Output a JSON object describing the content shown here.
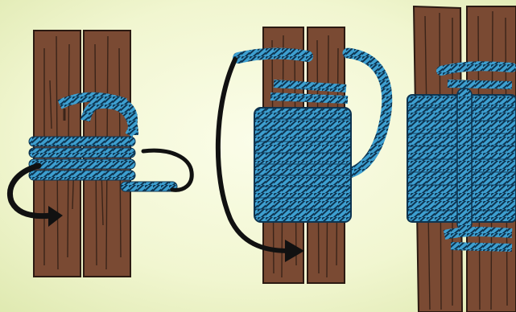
{
  "illustration": {
    "steps": [
      {
        "panel": "step-1-wrapping"
      },
      {
        "panel": "step-2-frapping-turns"
      },
      {
        "panel": "step-3-finished-lashing"
      }
    ]
  },
  "colors": {
    "background_center": "#fbfde9",
    "background_edge": "#dfe9b0",
    "wood": "#7a4a33",
    "wood_grain": "#3a2419",
    "rope": "#3d9fd0",
    "rope_stripe": "#0e3450",
    "arrow": "#111111"
  },
  "icons": [
    "curved-arrow-icon",
    "curved-arrow-icon"
  ]
}
